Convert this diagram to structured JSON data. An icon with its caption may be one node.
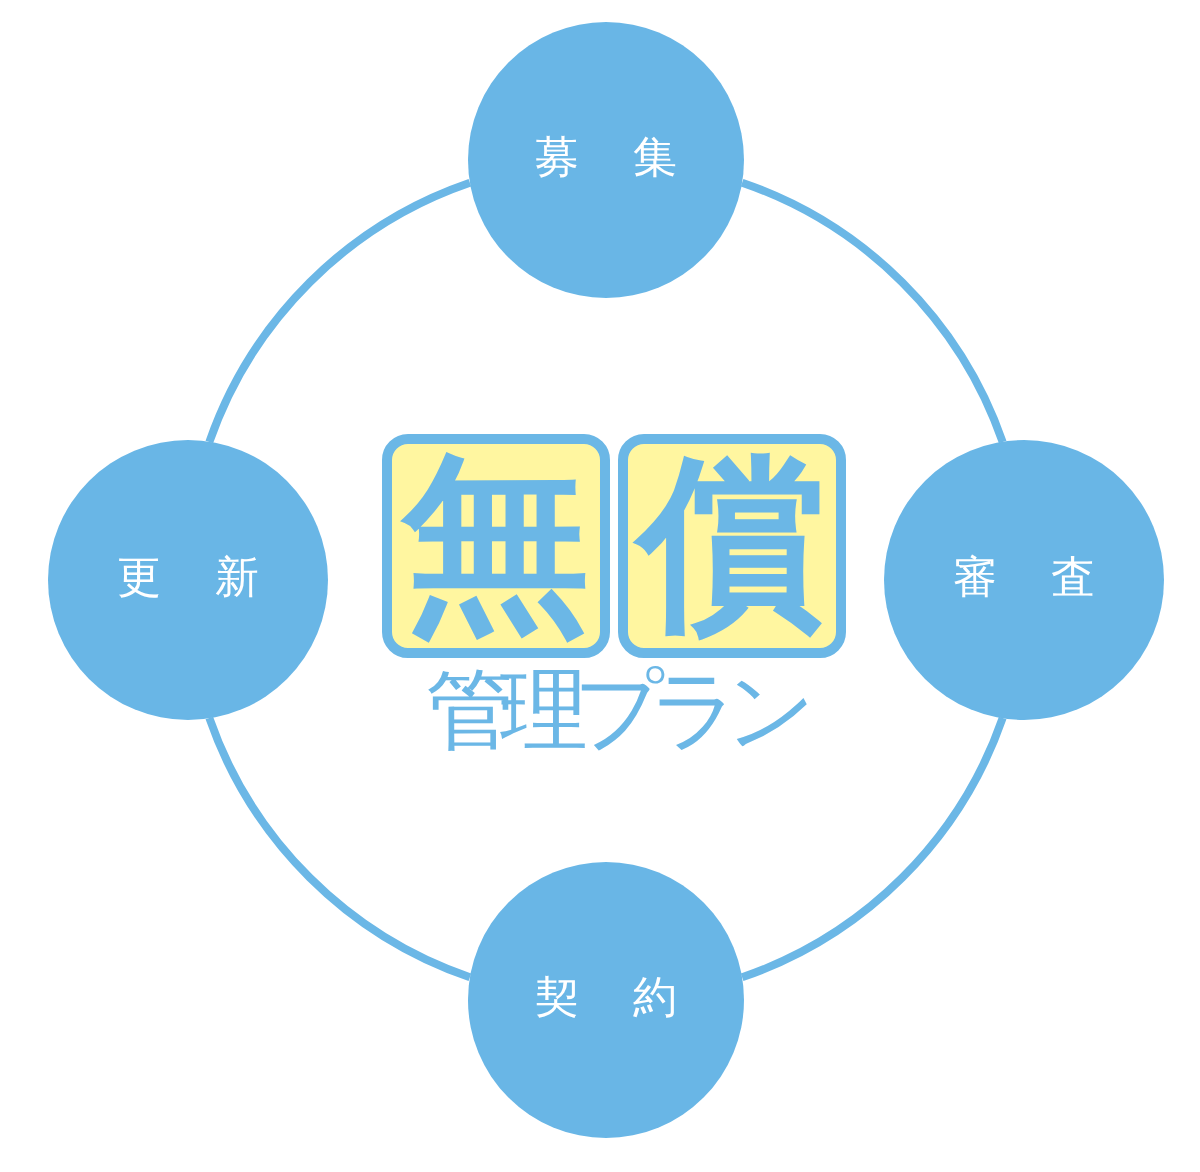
{
  "diagram": {
    "nodes": [
      {
        "text": [
          "募集"
        ]
      },
      {
        "text": [
          "更新"
        ]
      },
      {
        "text": [
          "無"
        ]
      },
      {
        "text": [
          "償"
        ]
      },
      {
        "text": [
          "審査"
        ]
      },
      {
        "text": [
          "契約"
        ]
      }
    ],
    "edges": [
      {
        "from": 0,
        "to": 4,
        "arrow": "none"
      },
      {
        "from": 4,
        "to": 5,
        "arrow": "none"
      },
      {
        "from": 5,
        "to": 1,
        "arrow": "none"
      },
      {
        "from": 1,
        "to": 0,
        "arrow": "none"
      }
    ],
    "labels": [
      "管理プラン"
    ]
  }
}
